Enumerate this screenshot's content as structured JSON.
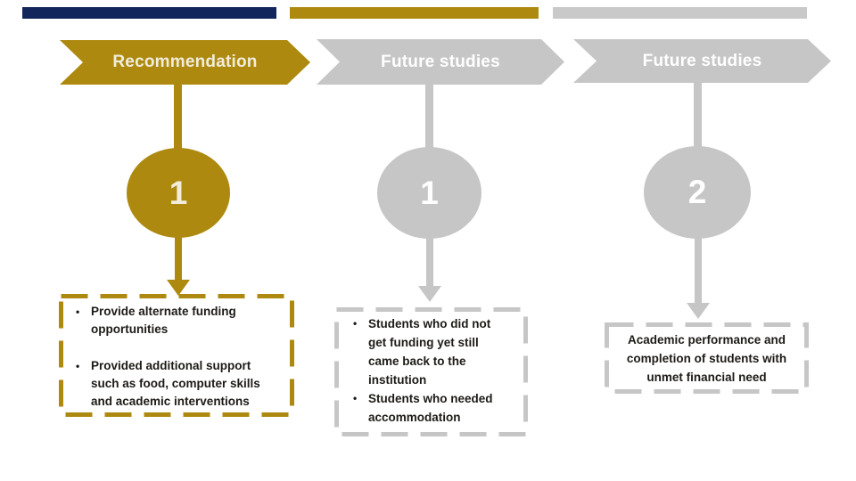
{
  "slide": {
    "bullet_char": "•",
    "colors": {
      "navy": "#12265C",
      "gold": "#AD8A0F",
      "gray": "#C6C6C6",
      "gold_text": "#F1ECDC",
      "gray_text": "#FFFFFF",
      "body_text": "#1D1B16"
    },
    "columns": [
      {
        "header": "Recommendation",
        "step_number": "1",
        "items": [
          "Provide alternate funding opportunities",
          "Provided  additional support such as food, computer skills and academic interventions"
        ]
      },
      {
        "header": "Future studies",
        "step_number": "1",
        "items": [
          "Students who did not get funding yet still came back to the institution",
          "Students who needed accommodation"
        ]
      },
      {
        "header": "Future studies",
        "step_number": "2",
        "items": [
          "Academic performance and completion  of students with unmet financial need"
        ]
      }
    ]
  }
}
